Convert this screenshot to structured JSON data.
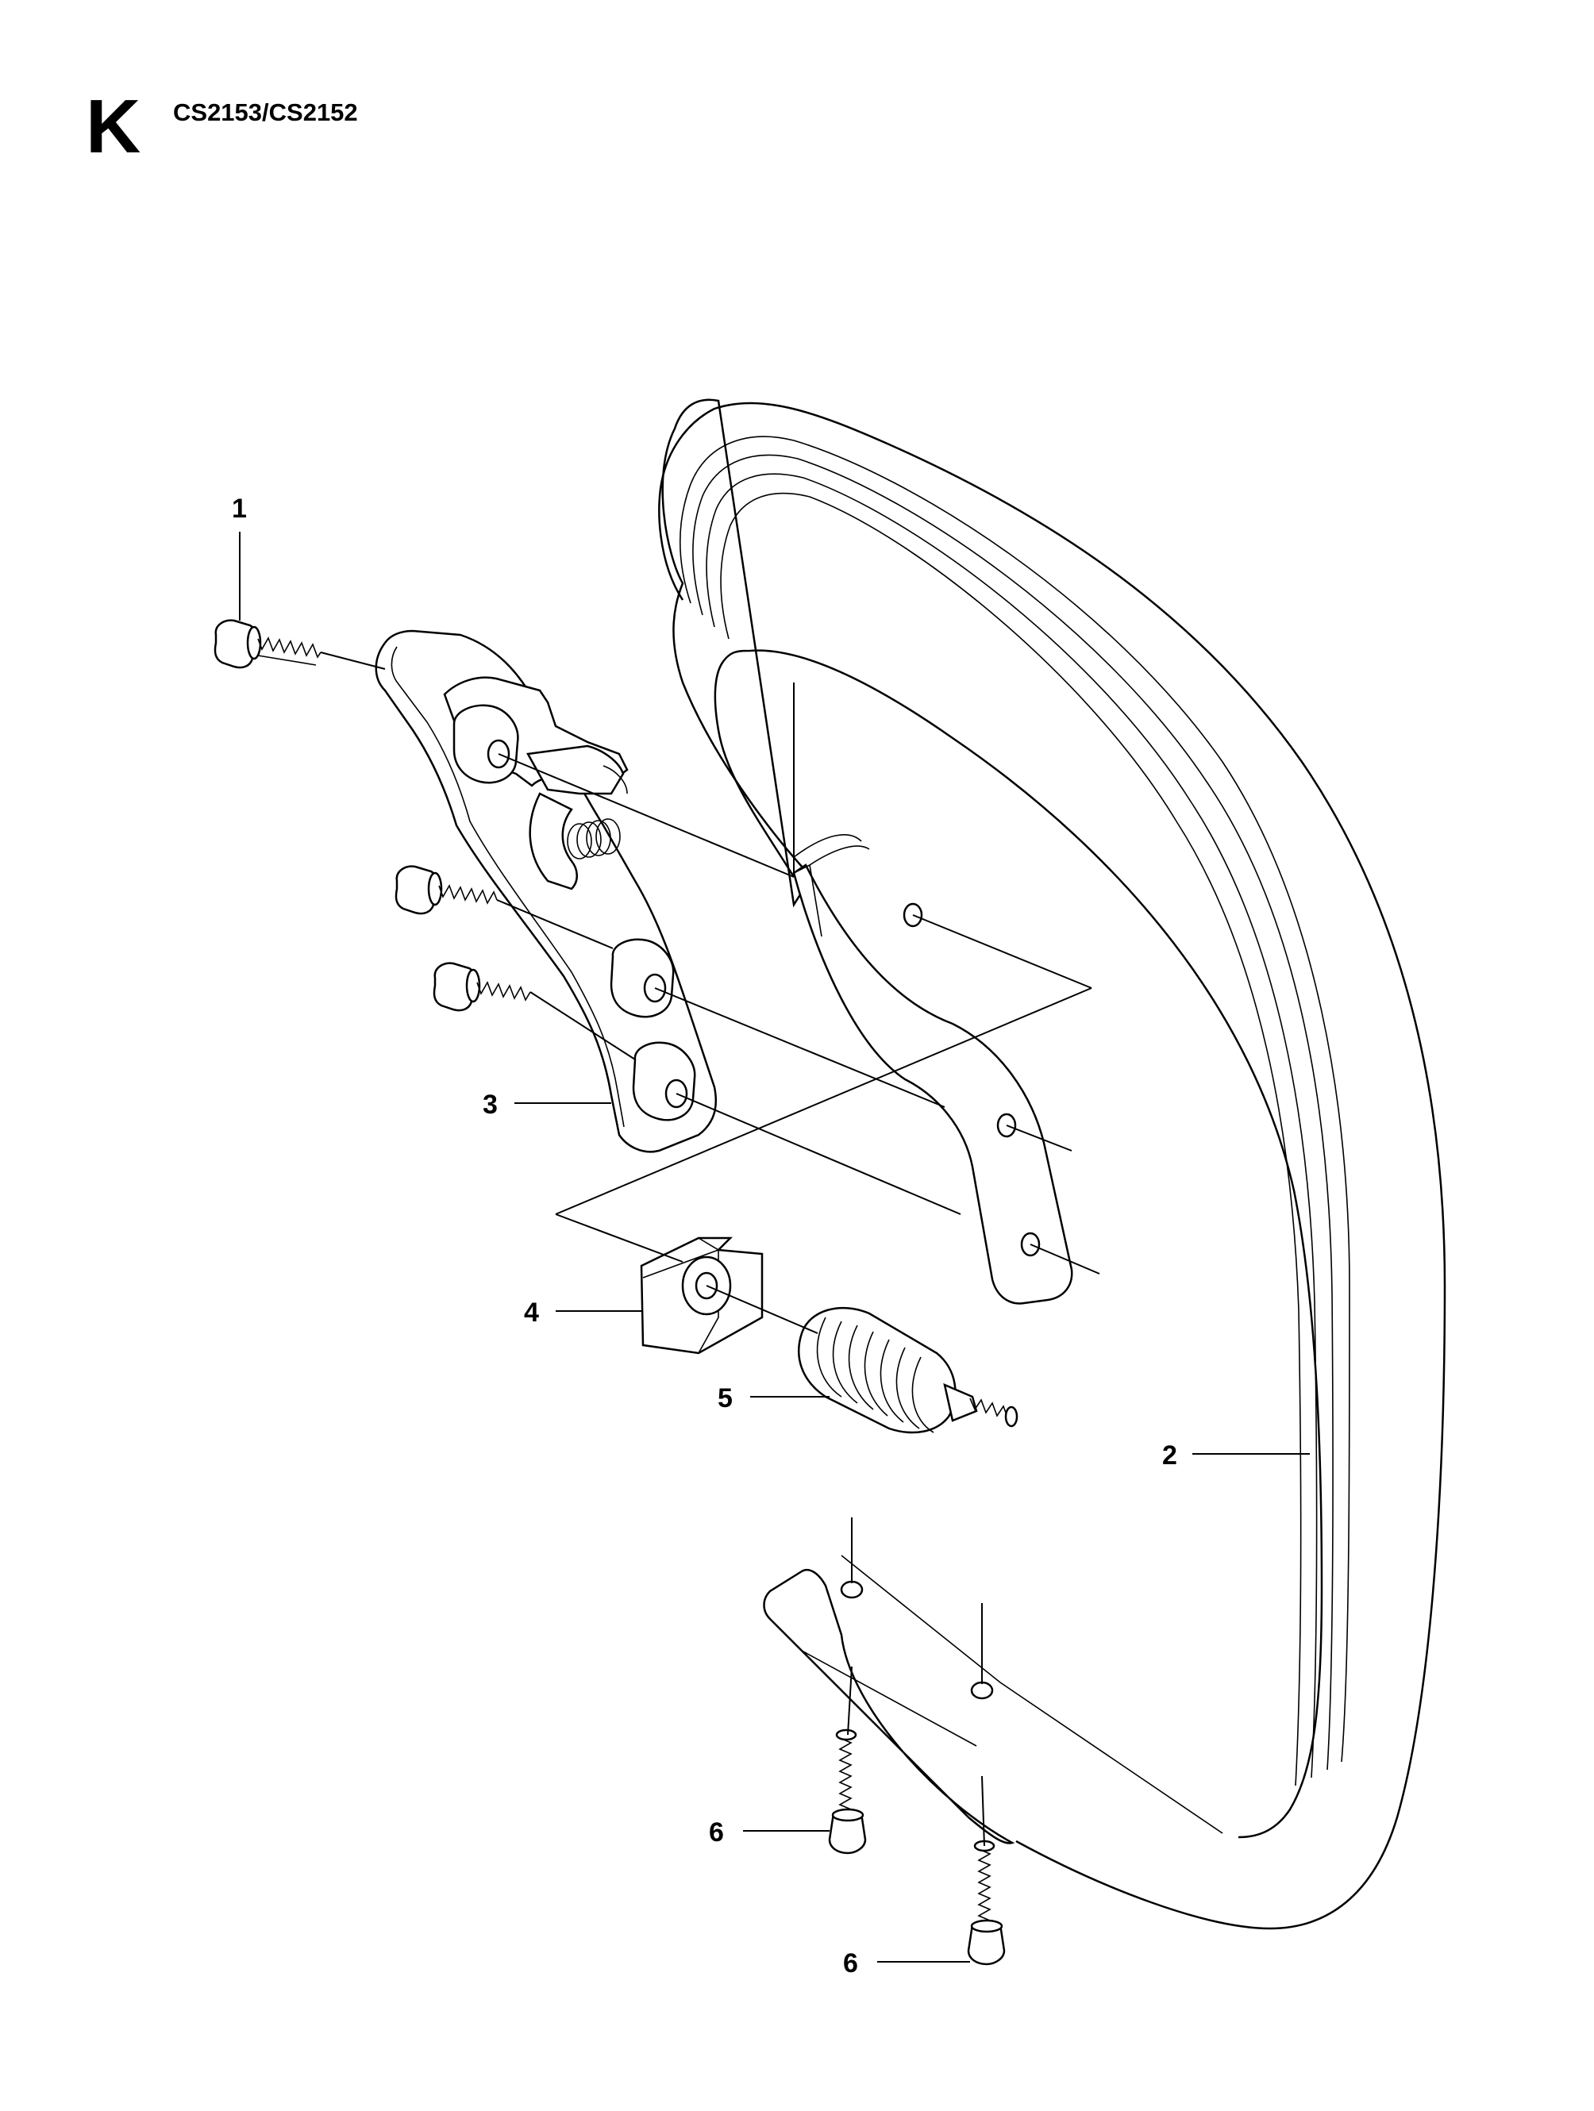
{
  "header": {
    "section_letter": "K",
    "model": "CS2153/CS2152"
  },
  "callouts": [
    "1",
    "2",
    "3",
    "4",
    "5",
    "6",
    "6"
  ]
}
